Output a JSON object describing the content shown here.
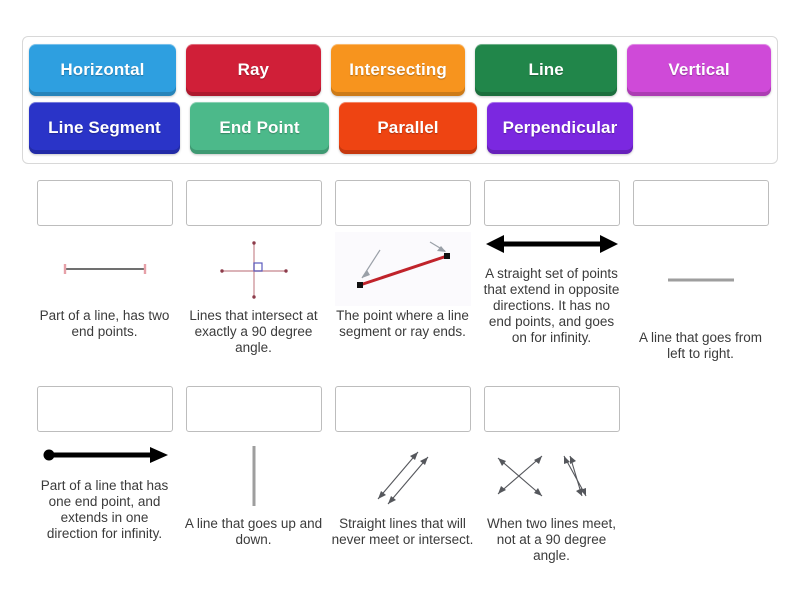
{
  "activity": {
    "type": "match-up-drag-and-drop",
    "title_visible": false
  },
  "tile_bank": {
    "rows": [
      [
        {
          "label": "Horizontal",
          "color": "#2e9fe0"
        },
        {
          "label": "Ray",
          "color": "#d01f38"
        },
        {
          "label": "Intersecting",
          "color": "#f7941e"
        },
        {
          "label": "Line",
          "color": "#21864a"
        },
        {
          "label": "Vertical",
          "color": "#d council"
        }
      ],
      [
        {
          "label": "Line Segment",
          "color": "#2a34c8"
        },
        {
          "label": "End Point",
          "color": "#4cb98a"
        },
        {
          "label": "Parallel",
          "color": "#ee4412"
        },
        {
          "label": "Perpendicular",
          "color": "#7b28e0"
        }
      ]
    ]
  },
  "cards": [
    {
      "figure": "line-segment-figure",
      "caption": "Part of a line, has two end points.",
      "answer_placeholder": ""
    },
    {
      "figure": "perpendicular-cross-figure",
      "caption": "Lines that intersect at exactly a 90 degree angle.",
      "answer_placeholder": ""
    },
    {
      "figure": "end-point-figure",
      "caption": "The point where a line segment or ray ends.",
      "answer_placeholder": ""
    },
    {
      "figure": "line-double-arrow-figure",
      "caption": "A straight set of points that extend in opposite directions. It has no end points, and goes on for infinity.",
      "answer_placeholder": ""
    },
    {
      "figure": "horizontal-line-figure",
      "caption": "A line that goes from left to right.",
      "answer_placeholder": ""
    },
    {
      "figure": "ray-arrow-figure",
      "caption": "Part of a line that has one end point, and extends in one direction for infinity.",
      "answer_placeholder": ""
    },
    {
      "figure": "vertical-line-figure",
      "caption": "A line that goes up and down.",
      "answer_placeholder": ""
    },
    {
      "figure": "parallel-lines-figure",
      "caption": "Straight lines that will never meet or intersect.",
      "answer_placeholder": ""
    },
    {
      "figure": "intersecting-lines-figure",
      "caption": "When two lines meet, not at a 90 degree angle.",
      "answer_placeholder": ""
    }
  ]
}
